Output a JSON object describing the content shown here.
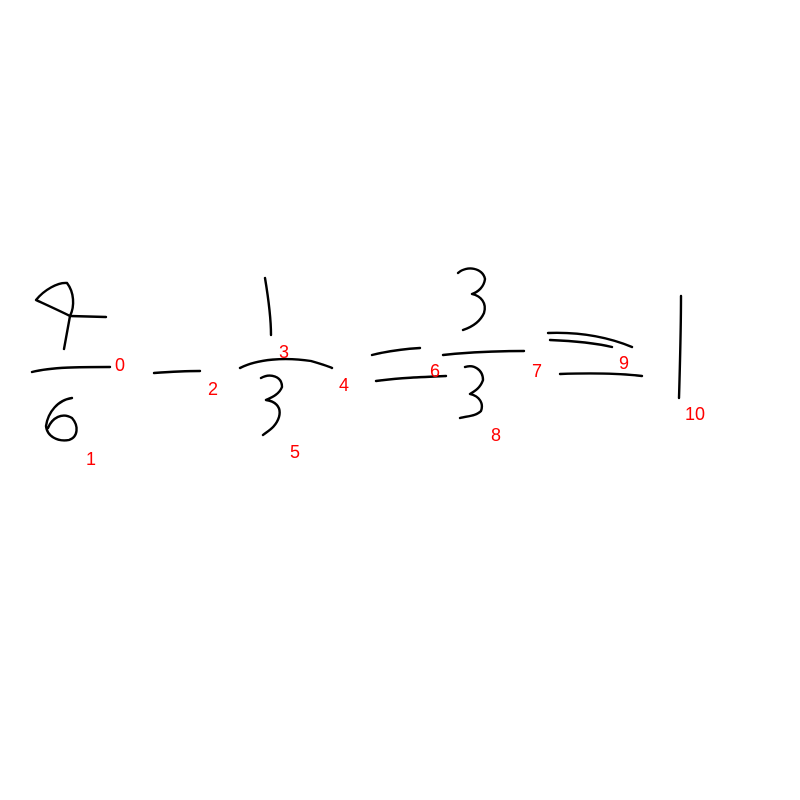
{
  "label_color": "#ff0000",
  "ink_color": "#000000",
  "background_color": "#ffffff",
  "symbols": [
    {
      "index": "0",
      "glyph": "fraction-bar"
    },
    {
      "index": "1",
      "glyph": "6"
    },
    {
      "index": "2",
      "glyph": "-"
    },
    {
      "index": "3",
      "glyph": "1"
    },
    {
      "index": "4",
      "glyph": "fraction-bar"
    },
    {
      "index": "5",
      "glyph": "3"
    },
    {
      "index": "6",
      "glyph": "="
    },
    {
      "index": "7",
      "glyph": "fraction-bar"
    },
    {
      "index": "8",
      "glyph": "3"
    },
    {
      "index": "9",
      "glyph": "="
    },
    {
      "index": "10",
      "glyph": "1"
    }
  ]
}
